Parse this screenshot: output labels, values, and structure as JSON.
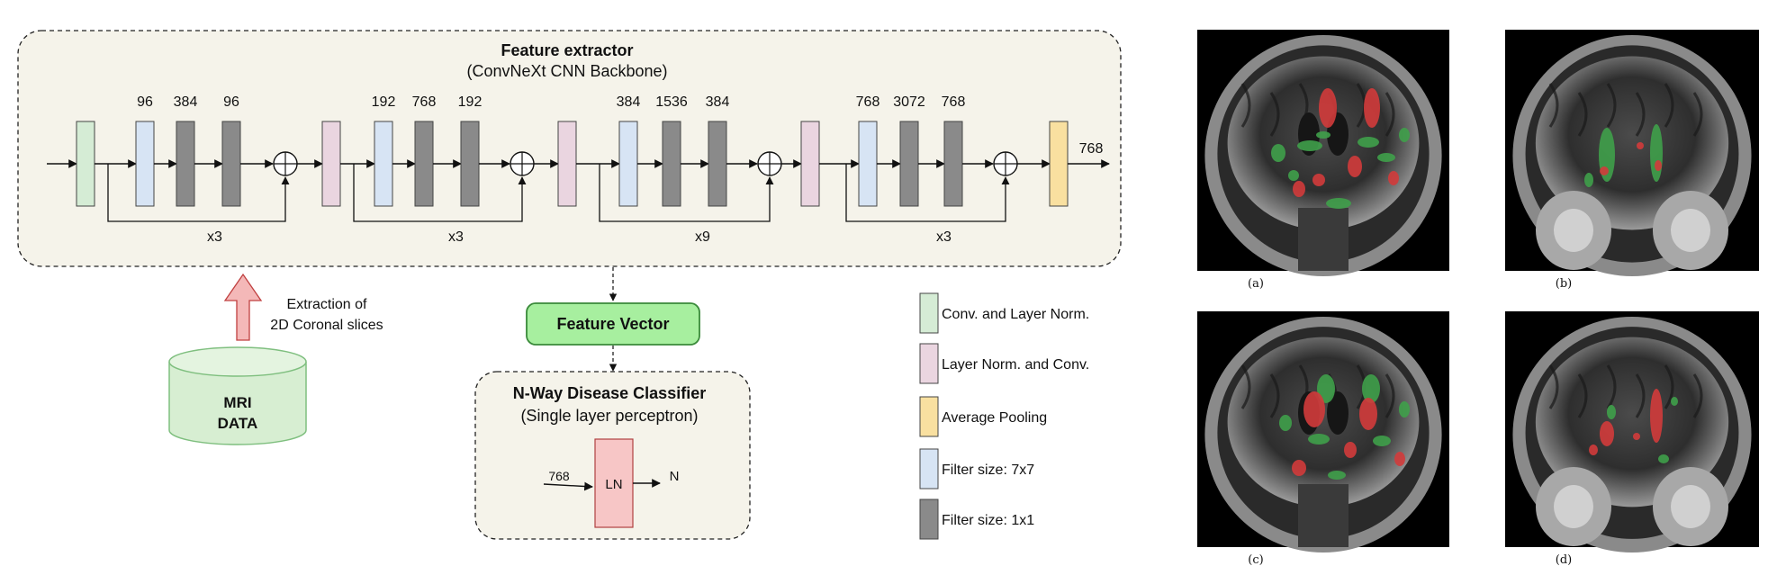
{
  "feature_extractor": {
    "title": "Feature extractor",
    "subtitle": "(ConvNeXt CNN Backbone)",
    "stages": [
      {
        "dims": [
          "96",
          "384",
          "96"
        ],
        "repeat": "x3"
      },
      {
        "dims": [
          "192",
          "768",
          "192"
        ],
        "repeat": "x3"
      },
      {
        "dims": [
          "384",
          "1536",
          "384"
        ],
        "repeat": "x9"
      },
      {
        "dims": [
          "768",
          "3072",
          "768"
        ],
        "repeat": "x3"
      }
    ],
    "output_dim": "768"
  },
  "extraction_label": [
    "Extraction of",
    "2D Coronal slices"
  ],
  "mri_data": [
    "MRI",
    "DATA"
  ],
  "feature_vector": "Feature Vector",
  "classifier": {
    "title": "N-Way Disease Classifier",
    "subtitle": "(Single layer perceptron)",
    "input_dim": "768",
    "block": "LN",
    "output": "N"
  },
  "legend": [
    {
      "label": "Conv. and Layer Norm.",
      "color": "#d5ecd5"
    },
    {
      "label": "Layer Norm. and Conv.",
      "color": "#ead5e0"
    },
    {
      "label": "Average Pooling",
      "color": "#f9e0a0"
    },
    {
      "label": "Filter size: 7x7",
      "color": "#d7e4f4"
    },
    {
      "label": "Filter size: 1x1",
      "color": "#8a8a8a"
    }
  ],
  "colors": {
    "panel_bg": "#f5f3ea",
    "feature_vector_bg": "#a7ef9f",
    "feature_vector_border": "#3a8a3a",
    "ln_block": "#f7c6c6",
    "ln_block_border": "#b04040",
    "mri_cylinder": "#d7eed2",
    "mri_cylinder_border": "#7fbf7f",
    "arrow_up": "#f4b8b8",
    "arrow_up_border": "#c04040"
  },
  "scans": [
    {
      "caption": "(a)",
      "view": "coronal"
    },
    {
      "caption": "(b)",
      "view": "posterior-coronal"
    },
    {
      "caption": "(c)",
      "view": "coronal"
    },
    {
      "caption": "(d)",
      "view": "posterior-coronal"
    }
  ]
}
